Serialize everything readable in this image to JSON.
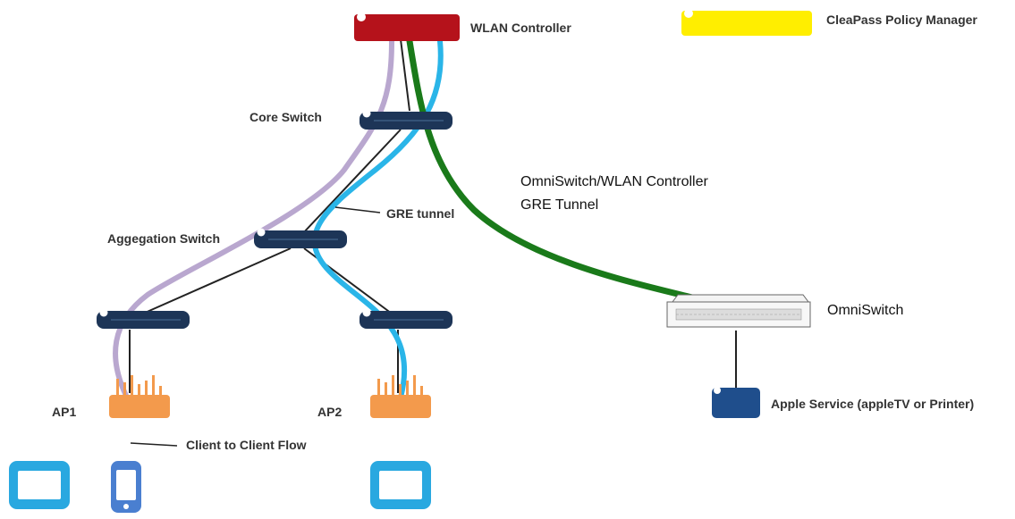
{
  "labels": {
    "wlan_controller": "WLAN Controller",
    "policy_manager": "CleaPass Policy Manager",
    "core_switch": "Core Switch",
    "aggregation_switch": "Aggegation Switch",
    "gre_tunnel": "GRE tunnel",
    "omniswitch_tunnel_line1": "OmniSwitch/WLAN Controller",
    "omniswitch_tunnel_line2": "GRE Tunnel",
    "omniswitch": "OmniSwitch",
    "apple_service": "Apple Service (appleTV or Printer)",
    "ap1": "AP1",
    "ap2": "AP2",
    "client_flow": "Client to Client Flow"
  },
  "colors": {
    "wlan_controller": "#b5121b",
    "policy_manager": "#ffee00",
    "switch": "#1d3557",
    "access_point": "#f39a4c",
    "client_device": "#29a8e0",
    "phone": "#4a7fd0",
    "apple_service": "#1f4e8c",
    "tunnel_client": "#b9a7cf",
    "tunnel_gre": "#2ab5e8",
    "tunnel_omniswitch": "#1a7a1a",
    "link": "#222222"
  }
}
